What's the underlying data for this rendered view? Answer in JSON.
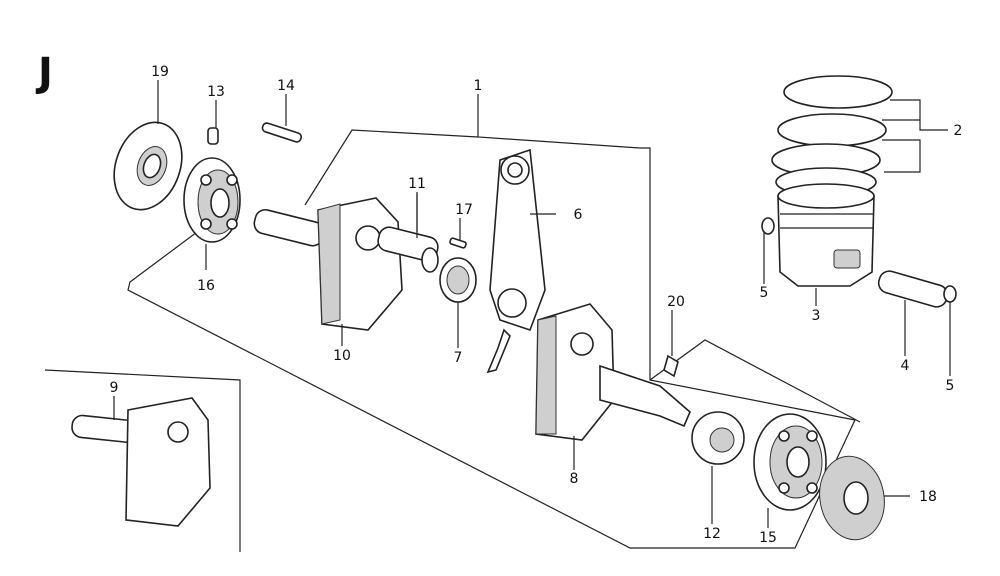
{
  "section_letter": "J",
  "labels": {
    "p1": "1",
    "p2": "2",
    "p3": "3",
    "p4": "4",
    "p5a": "5",
    "p5b": "5",
    "p6": "6",
    "p7": "7",
    "p8": "8",
    "p9": "9",
    "p10": "10",
    "p11": "11",
    "p12": "12",
    "p13": "13",
    "p14": "14",
    "p15": "15",
    "p16": "16",
    "p17": "17",
    "p18": "18",
    "p19": "19",
    "p20": "20"
  }
}
